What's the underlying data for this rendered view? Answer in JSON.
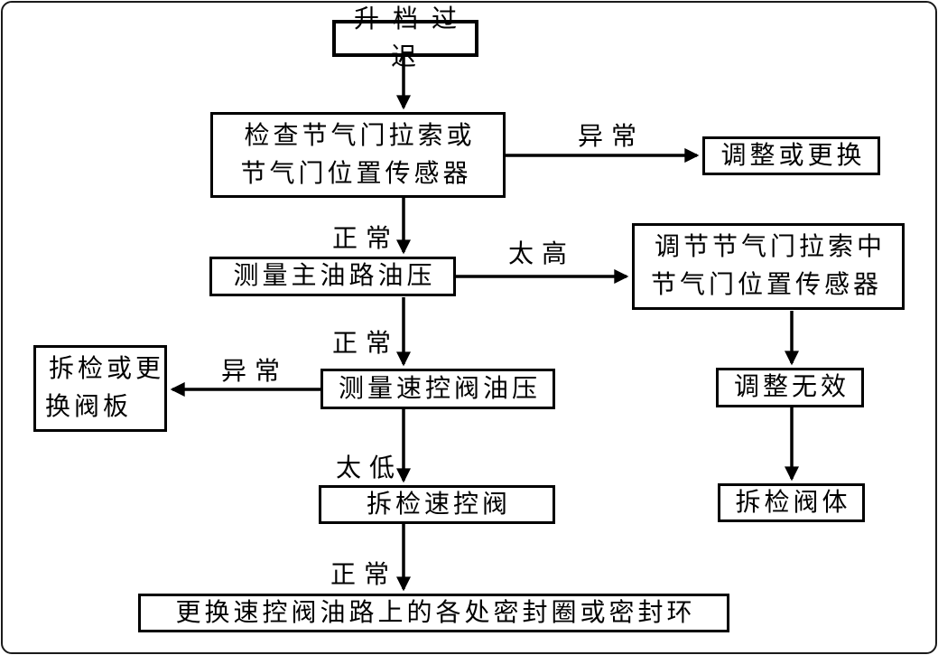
{
  "diagram": {
    "type": "flowchart",
    "colors": {
      "line": "#000000",
      "box_border": "#000000",
      "box_bg": "#ffffff",
      "text": "#000000"
    },
    "nodes": [
      {
        "id": "start",
        "label": "升 档 过 迟"
      },
      {
        "id": "check-throttle",
        "label": "检查节气门拉索或\n节气门位置传感器"
      },
      {
        "id": "adjust-or-replace",
        "label": "调整或更换"
      },
      {
        "id": "measure-main-pressure",
        "label": "测量主油路油压"
      },
      {
        "id": "adjust-cable-sensor",
        "label": "调节节气门拉索中\n节气门位置传感器"
      },
      {
        "id": "measure-governor-pressure",
        "label": "测量速控阀油压"
      },
      {
        "id": "inspect-replace-plate",
        "label": "拆检或更\n换阀板"
      },
      {
        "id": "adjustment-ineffective",
        "label": "调整无效"
      },
      {
        "id": "inspect-governor-valve",
        "label": "拆检速控阀"
      },
      {
        "id": "inspect-valve-body",
        "label": "拆检阀体"
      },
      {
        "id": "replace-seals",
        "label": "更换速控阀油路上的各处密封圈或密封环"
      }
    ],
    "edges": [
      {
        "from": "start",
        "to": "check-throttle",
        "label": ""
      },
      {
        "from": "check-throttle",
        "to": "adjust-or-replace",
        "label": "异常"
      },
      {
        "from": "check-throttle",
        "to": "measure-main-pressure",
        "label": "正常"
      },
      {
        "from": "measure-main-pressure",
        "to": "adjust-cable-sensor",
        "label": "太高"
      },
      {
        "from": "measure-main-pressure",
        "to": "measure-governor-pressure",
        "label": "正常"
      },
      {
        "from": "measure-governor-pressure",
        "to": "inspect-replace-plate",
        "label": "异常"
      },
      {
        "from": "measure-governor-pressure",
        "to": "inspect-governor-valve",
        "label": "太低"
      },
      {
        "from": "inspect-governor-valve",
        "to": "replace-seals",
        "label": "正常"
      },
      {
        "from": "adjust-cable-sensor",
        "to": "adjustment-ineffective",
        "label": ""
      },
      {
        "from": "adjustment-ineffective",
        "to": "inspect-valve-body",
        "label": ""
      }
    ]
  }
}
